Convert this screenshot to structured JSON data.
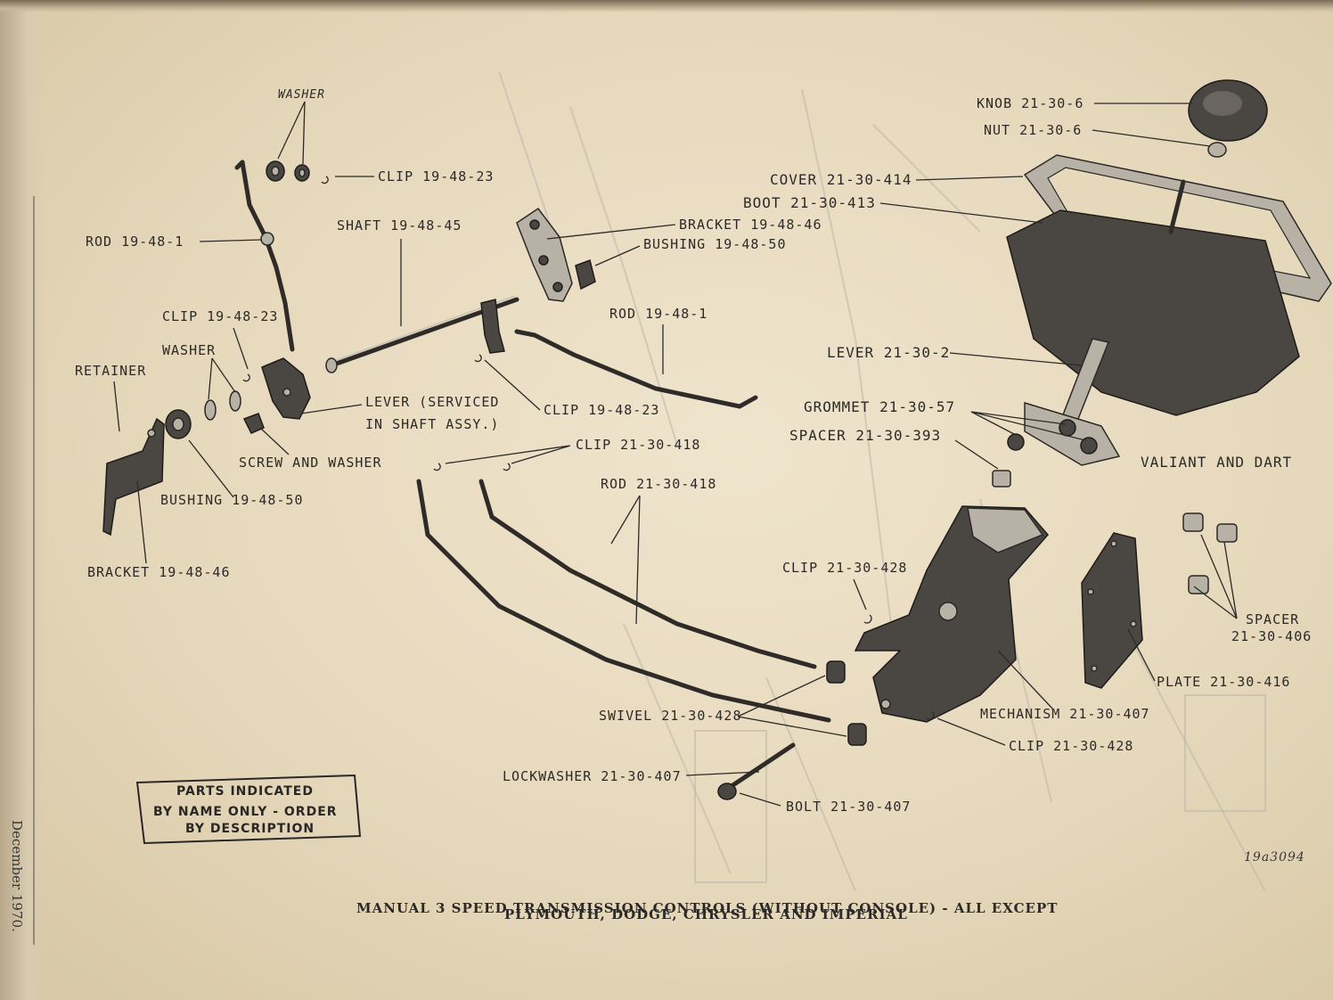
{
  "labels": {
    "washer_top": "WASHER",
    "clip_19_48_23_top": "CLIP 19-48-23",
    "rod_19_48_1_left": "ROD 19-48-1",
    "shaft": "SHAFT 19-48-45",
    "bracket_19_48_46_top": "BRACKET 19-48-46",
    "bushing_19_48_50_top": "BUSHING 19-48-50",
    "clip_19_48_23_mid": "CLIP 19-48-23",
    "washer_mid": "WASHER",
    "retainer": "RETAINER",
    "rod_19_48_1_right": "ROD 19-48-1",
    "lever_serviced_1": "LEVER (SERVICED",
    "lever_serviced_2": "IN SHAFT ASSY.)",
    "clip_19_48_23_low": "CLIP 19-48-23",
    "screw_and_washer": "SCREW AND WASHER",
    "clip_21_30_418": "CLIP 21-30-418",
    "bushing_19_48_50_low": "BUSHING 19-48-50",
    "rod_21_30_418": "ROD 21-30-418",
    "bracket_19_48_46_low": "BRACKET 19-48-46",
    "knob": "KNOB 21-30-6",
    "nut": "NUT 21-30-6",
    "cover": "COVER 21-30-414",
    "boot": "BOOT 21-30-413",
    "lever_21_30_2": "LEVER 21-30-2",
    "grommet": "GROMMET 21-30-57",
    "spacer_393": "SPACER 21-30-393",
    "valiant_and_dart": "VALIANT AND DART",
    "clip_21_30_428_top": "CLIP 21-30-428",
    "spacer_406_1": "SPACER",
    "spacer_406_2": "21-30-406",
    "plate": "PLATE 21-30-416",
    "swivel": "SWIVEL 21-30-428",
    "mechanism": "MECHANISM 21-30-407",
    "clip_21_30_428_low": "CLIP 21-30-428",
    "lockwasher": "LOCKWASHER 21-30-407",
    "bolt": "BOLT 21-30-407"
  },
  "notice": {
    "line1": "PARTS INDICATED",
    "line2": "BY NAME ONLY - ORDER",
    "line3": "BY DESCRIPTION"
  },
  "figure_number": "19a3094",
  "caption": {
    "line1": "MANUAL 3 SPEED TRANSMISSION CONTROLS (WITHOUT CONSOLE) - ALL EXCEPT",
    "line2": "PLYMOUTH, DODGE, CHRYSLER AND IMPERIAL"
  },
  "side_date": "December 1970."
}
